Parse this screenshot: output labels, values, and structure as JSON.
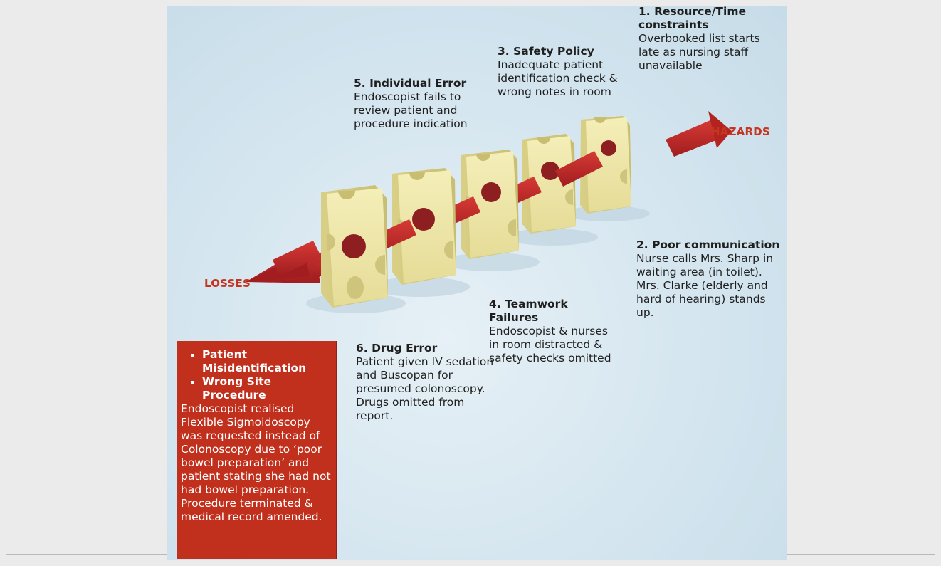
{
  "labels": {
    "hazards": "HAZARDS",
    "losses": "LOSSES"
  },
  "factors": [
    {
      "title": "1. Resource/Time constraints",
      "body": "Overbooked list starts late as nursing staff unavailable"
    },
    {
      "title": "2. Poor communication",
      "body": "Nurse calls Mrs. Sharp in waiting area (in toilet). Mrs. Clarke (elderly and hard of hearing) stands up."
    },
    {
      "title": "3. Safety Policy",
      "body": "Inadequate patient identification check & wrong notes in room"
    },
    {
      "title": "4. Teamwork Failures",
      "body": "Endoscopist & nurses in room distracted & safety checks omitted"
    },
    {
      "title": "5. Individual Error",
      "body": "Endoscopist fails to review patient and procedure indication"
    },
    {
      "title": "6. Drug Error",
      "body": "Patient given IV sedation and Buscopan for presumed colonoscopy. Drugs omitted from report."
    }
  ],
  "outcome": {
    "bullets": [
      "Patient Misidentification",
      "Wrong Site Procedure"
    ],
    "description": "Endoscopist realised Flexible Sigmoidoscopy was requested instead of Colonoscopy due to ‘poor bowel preparation’ and patient stating she had not had bowel preparation. Procedure terminated & medical record amended."
  },
  "colors": {
    "arrow": "#c8282a",
    "slice": "#efe7a8",
    "keyword": "#c5351f",
    "outcome_box": "#c1301c"
  }
}
